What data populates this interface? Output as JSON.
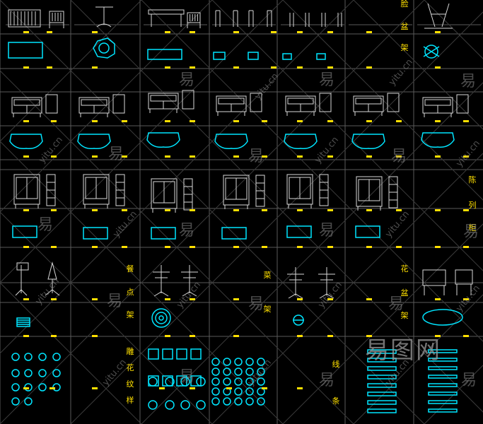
{
  "labels": {
    "basin_stand": [
      "脸",
      "盆",
      "架"
    ],
    "display_cabinet": [
      "陈",
      "列",
      "柜"
    ],
    "dining_stand": [
      "餐",
      "点",
      "架"
    ],
    "vegetable_stand": [
      "菜",
      "架"
    ],
    "flower_stand": [
      "花",
      "盆",
      "架"
    ],
    "carved_patterns": [
      "雕",
      "花",
      "纹",
      "样"
    ],
    "moldings": [
      "线",
      "条"
    ]
  },
  "watermark": {
    "brand_text": "易图网",
    "site_text": "yitu.cn",
    "glyph": "易"
  },
  "colors": {
    "background": "#000000",
    "lines": "#ffffff",
    "plans": "#00e5ff",
    "marks": "#ffe000",
    "grid": "#5a5a5a",
    "label": "#ffe000"
  }
}
